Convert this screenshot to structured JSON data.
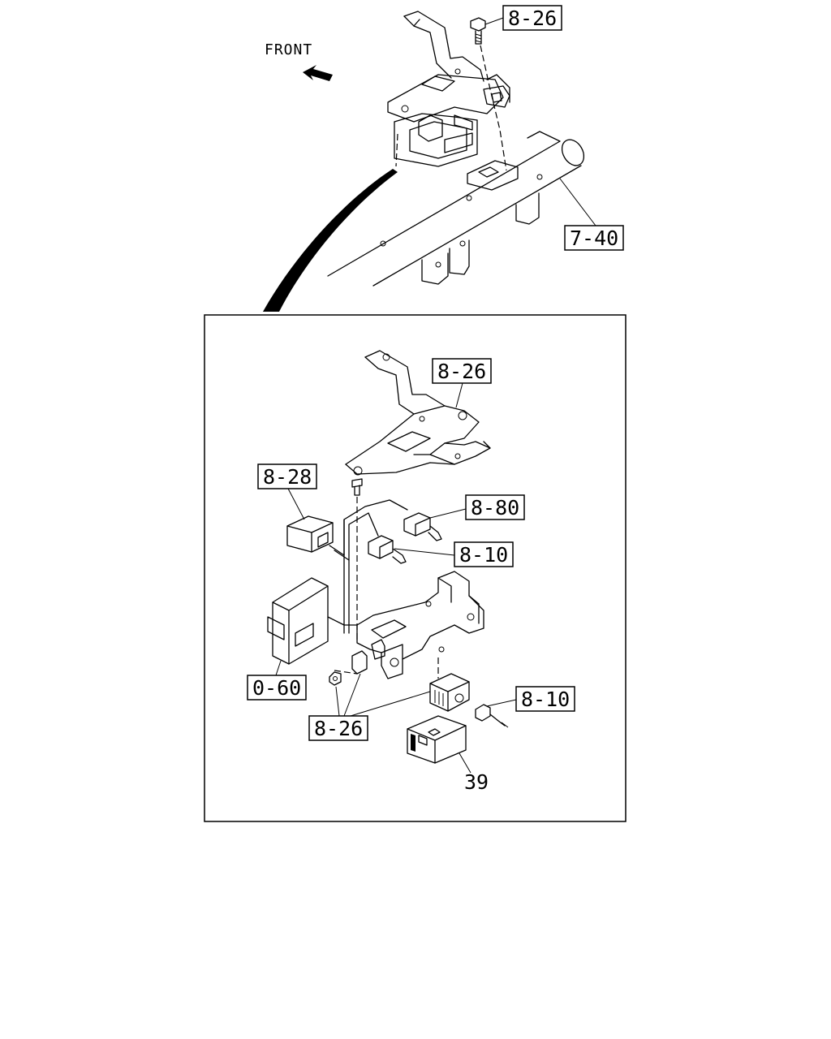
{
  "front_label": "FRONT",
  "callouts": {
    "top_bolt": "8-26",
    "crossmember": "7-40",
    "inset_bracket": "8-26",
    "relay_a": "8-28",
    "connector_a": "8-80",
    "connector_b": "8-10",
    "control_unit": "0-60",
    "fasteners": "8-26",
    "small_connector": "8-10",
    "cover": "39"
  }
}
